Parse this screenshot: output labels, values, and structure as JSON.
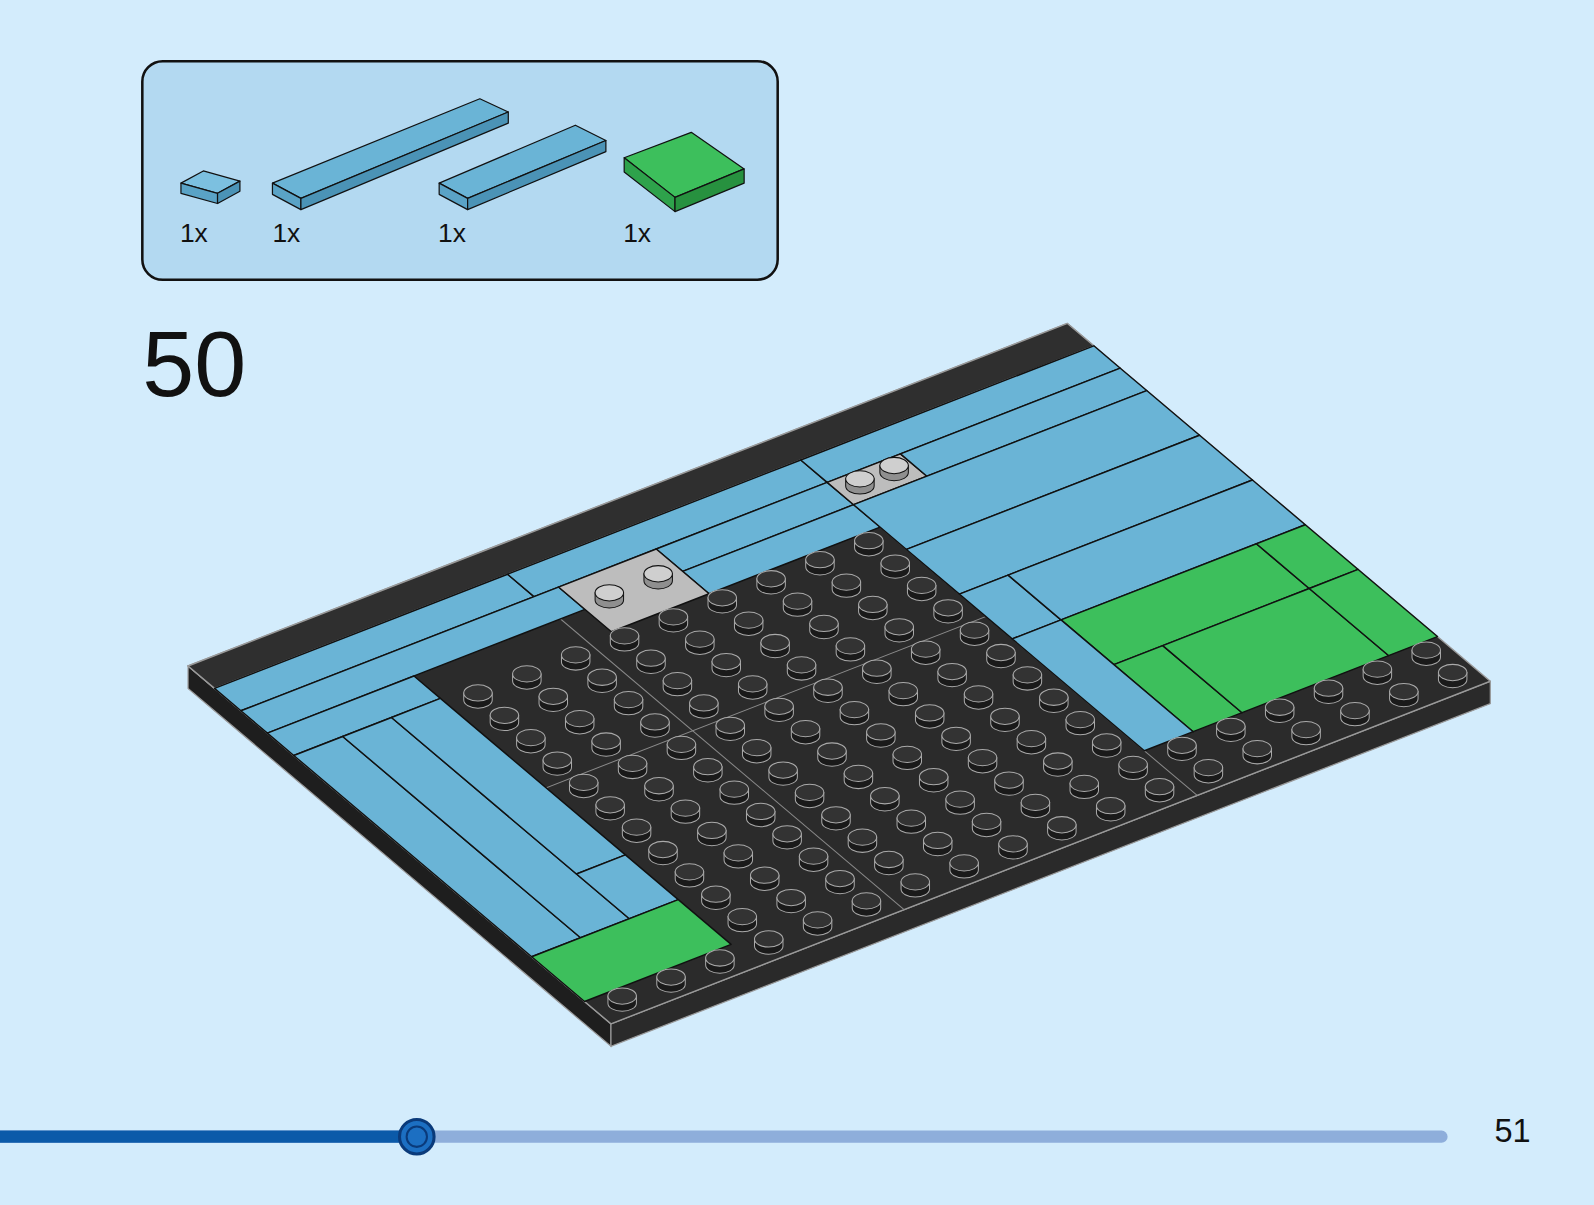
{
  "diagram": {
    "labels": [
      "1x",
      "1x",
      "1x",
      "1x",
      "50",
      "51"
    ]
  }
}
